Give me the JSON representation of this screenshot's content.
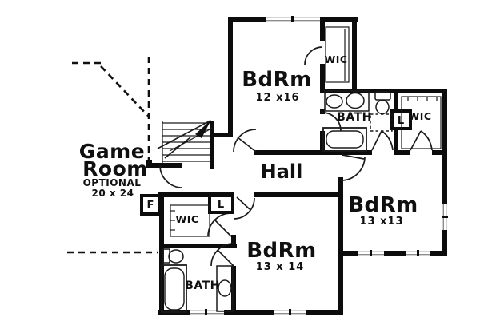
{
  "plan": {
    "type": "second-floor-plan",
    "colors": {
      "wall": "#0c0c0c",
      "background": "#ffffff",
      "window": "#8c8c8c",
      "fixture_line": "#1a1a1a"
    },
    "labels": {
      "bedroom_top": {
        "name": "BdRm",
        "dims": "12 x16"
      },
      "bedroom_right": {
        "name": "BdRm",
        "dims": "13 x13"
      },
      "bedroom_bottom": {
        "name": "BdRm",
        "dims": "13 x 14"
      },
      "hall": "Hall",
      "game_room": {
        "line1": "Game",
        "line2": "Room",
        "line3": "OPTIONAL",
        "line4": "20 x 24"
      },
      "bath_top": "BATH",
      "bath_bottom": "BATH",
      "wic_top": "WIC",
      "wic_right": "WIC",
      "wic_middle": "WIC",
      "linen_right": "L",
      "linen_middle": "L",
      "furnace": "F"
    },
    "fixtures": [
      "double-sink-vanity",
      "toilet",
      "shower-dashed",
      "bathtub",
      "closet-shelving",
      "staircase-up-arrow",
      "pedestal-sink",
      "door-swing-arc",
      "window-in-wall",
      "optional-room-dashed-outline"
    ]
  }
}
